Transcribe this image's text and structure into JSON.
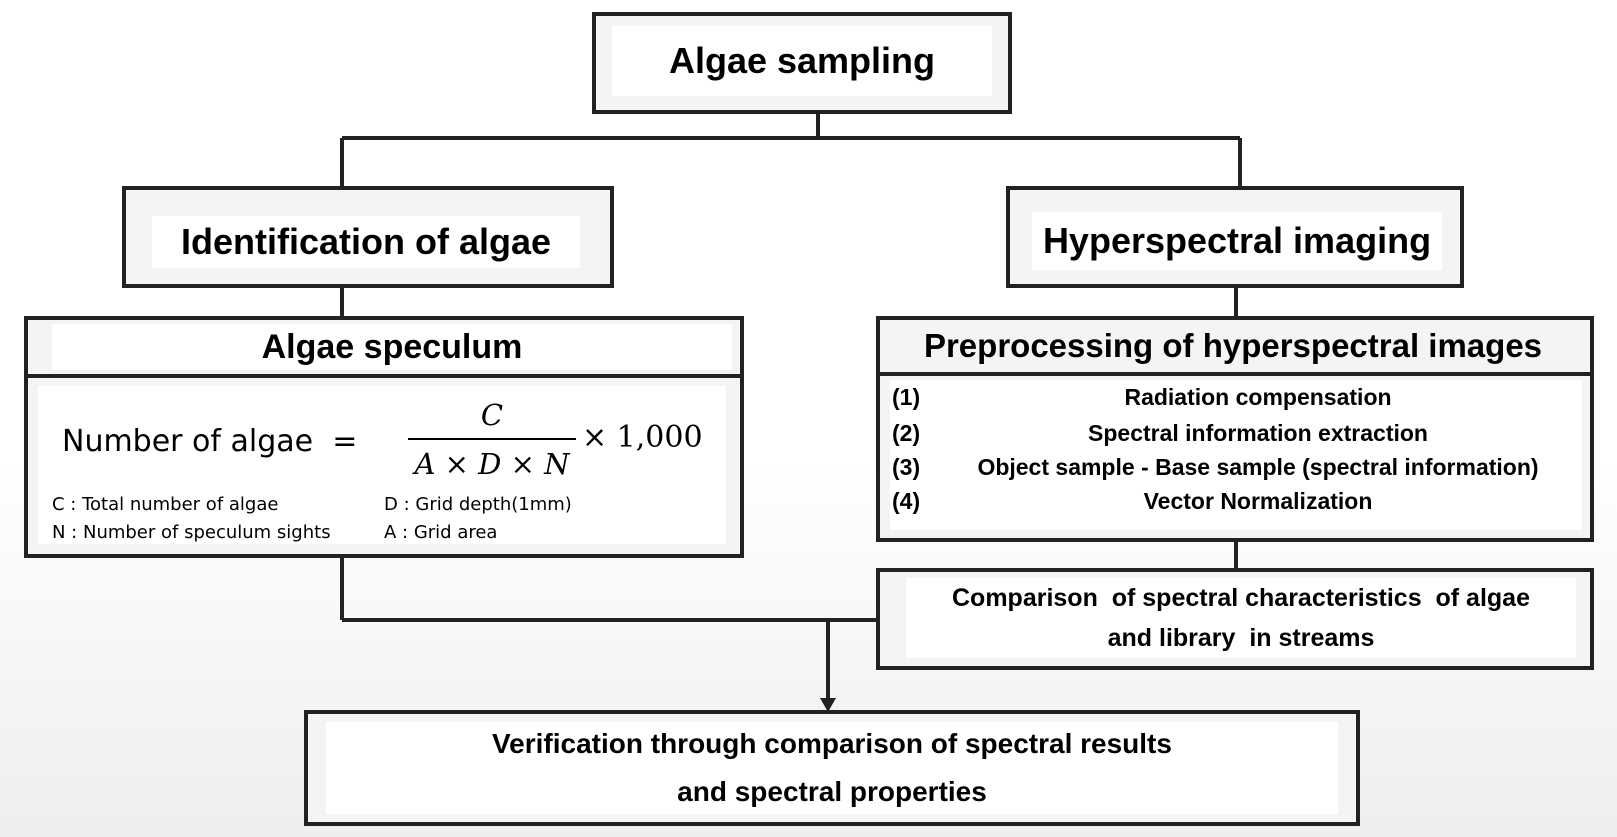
{
  "diagram": {
    "sampling": "Algae sampling",
    "identification": "Identification of algae",
    "hyperspectral": "Hyperspectral imaging",
    "speculum": {
      "title": "Algae speculum",
      "formula_label": "Number of algae",
      "formula_equals": "=",
      "numerator": "C",
      "denominator": "A × D × N",
      "multiplier": "× 1,000",
      "legend": [
        "C : Total number of algae",
        "D : Grid depth(1mm)",
        "N : Number of speculum sights",
        "A : Grid area"
      ]
    },
    "preprocessing": {
      "title": "Preprocessing of hyperspectral images",
      "steps": [
        {
          "num": "(1)",
          "text": "Radiation compensation"
        },
        {
          "num": "(2)",
          "text": "Spectral information extraction"
        },
        {
          "num": "(3)",
          "text": "Object sample - Base sample (spectral information)"
        },
        {
          "num": "(4)",
          "text": "Vector Normalization"
        }
      ]
    },
    "comparison": {
      "line1": "Comparison  of spectral characteristics  of algae",
      "line2": "and library  in streams"
    },
    "verification": {
      "line1": "Verification through comparison of spectral results",
      "line2": "and spectral properties"
    }
  },
  "colors": {
    "border": "#222222",
    "box_bg": "#f4f4f4"
  }
}
